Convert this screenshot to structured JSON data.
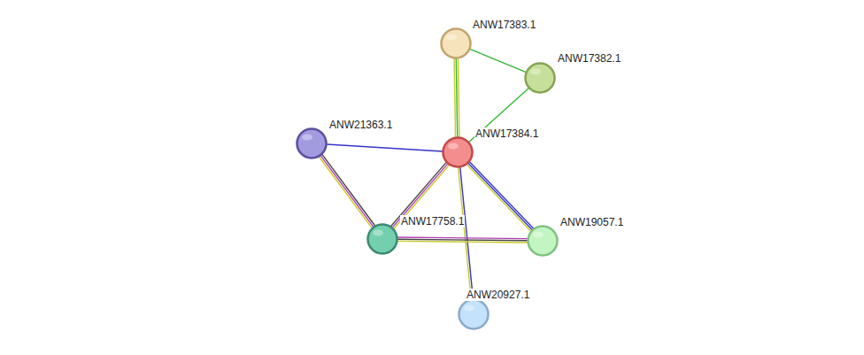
{
  "diagram": {
    "nodes": [
      {
        "text": [
          "ANW17383.1"
        ]
      },
      {
        "text": [
          "ANW17382.1"
        ]
      },
      {
        "text": [
          "ANW21363.1"
        ]
      },
      {
        "text": [
          "ANW17384.1"
        ]
      },
      {
        "text": [
          "ANW17758.1"
        ]
      },
      {
        "text": [
          "ANW19057.1"
        ]
      },
      {
        "text": [
          "ANW20927.1"
        ]
      }
    ],
    "edges": [
      {
        "from": 0,
        "to": 3,
        "arrow": "none"
      },
      {
        "from": 0,
        "to": 1,
        "arrow": "none"
      },
      {
        "from": 1,
        "to": 3,
        "arrow": "none"
      },
      {
        "from": 2,
        "to": 3,
        "arrow": "none"
      },
      {
        "from": 2,
        "to": 4,
        "arrow": "none"
      },
      {
        "from": 3,
        "to": 4,
        "arrow": "none"
      },
      {
        "from": 3,
        "to": 5,
        "arrow": "none"
      },
      {
        "from": 3,
        "to": 6,
        "arrow": "none"
      },
      {
        "from": 4,
        "to": 5,
        "arrow": "none"
      }
    ]
  }
}
